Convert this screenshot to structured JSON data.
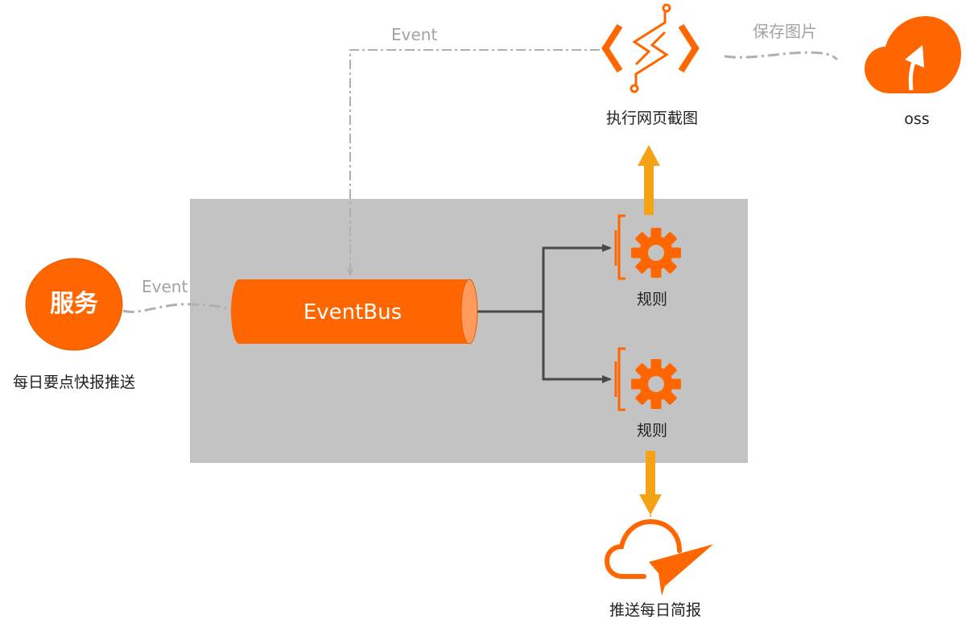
{
  "colors": {
    "accent": "#ff6600",
    "accent_light": "#ff9a5c",
    "arrow_up": "#f5a316",
    "panel": "#c3c3c3",
    "connector": "#484848",
    "event_line": "#b0b0b0"
  },
  "nodes": {
    "service": {
      "label": "服务",
      "caption": "每日要点快报推送"
    },
    "eventbus": {
      "label": "EventBus"
    },
    "rule_top": {
      "label": "规则",
      "icon": "gear-icon"
    },
    "rule_bottom": {
      "label": "规则",
      "icon": "gear-icon"
    },
    "screenshot": {
      "label": "执行网页截图",
      "icon": "function-compute-icon"
    },
    "oss": {
      "label": "oss",
      "icon": "cloud-upload-icon"
    },
    "push": {
      "label": "推送每日简报",
      "icon": "cloud-paper-plane-icon"
    }
  },
  "edges": {
    "service_to_bus": {
      "label": "Event"
    },
    "screenshot_to_bus": {
      "label": "Event"
    },
    "screenshot_to_oss": {
      "label": "保存图片"
    }
  }
}
